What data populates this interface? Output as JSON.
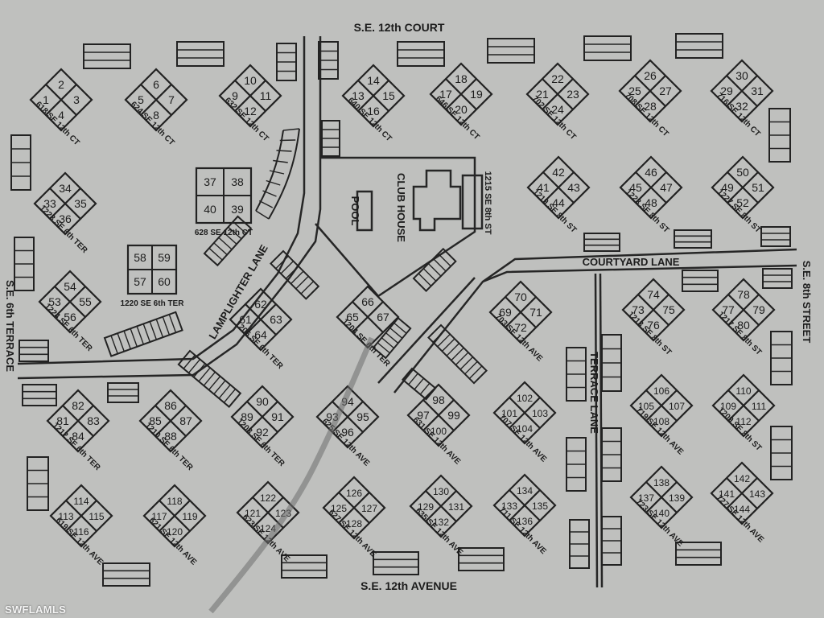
{
  "watermark": "SWFLAMLS",
  "streets": {
    "se_12th_court": "S.E. 12th COURT",
    "se_12th_avenue": "S.E. 12th AVENUE",
    "se_6th_terrace": "S.E. 6th TERRACE",
    "se_8th_street": "S.E. 8th STREET",
    "courtyard_lane": "COURTYARD LANE",
    "lamplighter_lane": "LAMPLIGHTER LANE",
    "terrace_lane": "TERRACE LANE"
  },
  "facilities": {
    "pool": "POOL",
    "club_house": "CLUB HOUSE",
    "club_address": "1215 SE 8th ST"
  },
  "buildings": [
    {
      "units": [
        "2",
        "1",
        "3",
        "4"
      ],
      "address": "618 SE 12th CT"
    },
    {
      "units": [
        "6",
        "5",
        "7",
        "8"
      ],
      "address": "624 SE 12th CT"
    },
    {
      "units": [
        "10",
        "9",
        "11",
        "12"
      ],
      "address": "632 SE 12th CT"
    },
    {
      "units": [
        "14",
        "13",
        "15",
        "16"
      ],
      "address": "640 SE 12th CT"
    },
    {
      "units": [
        "18",
        "17",
        "19",
        "20"
      ],
      "address": "646 SE 12th CT"
    },
    {
      "units": [
        "22",
        "21",
        "23",
        "24"
      ],
      "address": "702 SE 12th CT"
    },
    {
      "units": [
        "26",
        "25",
        "27",
        "28"
      ],
      "address": "708 SE 12th CT"
    },
    {
      "units": [
        "30",
        "29",
        "31",
        "32"
      ],
      "address": "716 SE 12th CT"
    },
    {
      "units": [
        "34",
        "33",
        "35",
        "36"
      ],
      "address": "1228 SE 6th TER"
    },
    {
      "units": [
        "42",
        "41",
        "43",
        "44"
      ],
      "address": "1219 SE 8th ST"
    },
    {
      "units": [
        "46",
        "45",
        "47",
        "48"
      ],
      "address": "1223 SE 8th ST"
    },
    {
      "units": [
        "50",
        "49",
        "51",
        "52"
      ],
      "address": "1227 SE 8th ST"
    },
    {
      "units": [
        "54",
        "53",
        "55",
        "56"
      ],
      "address": "1224 SE 6th TER"
    },
    {
      "units": [
        "62",
        "61",
        "63",
        "64"
      ],
      "address": "1206 SE 6th TER"
    },
    {
      "units": [
        "66",
        "65",
        "67",
        ""
      ],
      "address": "1204 SE 6th TER"
    },
    {
      "units": [
        "70",
        "69",
        "71",
        "72"
      ],
      "address": "703 SE 12th AVE"
    },
    {
      "units": [
        "74",
        "73",
        "75",
        "76"
      ],
      "address": "1213 SE 8th ST"
    },
    {
      "units": [
        "78",
        "77",
        "79",
        "80"
      ],
      "address": "1217 SE 8th ST"
    },
    {
      "units": [
        "82",
        "81",
        "83",
        "84"
      ],
      "address": "1212 SE 6th TER"
    },
    {
      "units": [
        "86",
        "85",
        "87",
        "88"
      ],
      "address": "1210 SE 6th TER"
    },
    {
      "units": [
        "90",
        "89",
        "91",
        "92"
      ],
      "address": "1208 SE 6th TER"
    },
    {
      "units": [
        "94",
        "93",
        "95",
        "96"
      ],
      "address": "625 SE 12th AVE"
    },
    {
      "units": [
        "98",
        "97",
        "99",
        "100"
      ],
      "address": "631 SE 12th AVE"
    },
    {
      "units": [
        "102",
        "101",
        "103",
        "104"
      ],
      "address": "707 SE 12th AVE"
    },
    {
      "units": [
        "106",
        "105",
        "107",
        "108"
      ],
      "address": "719 SE 12th AVE"
    },
    {
      "units": [
        "110",
        "109",
        "111",
        "112"
      ],
      "address": "1209 SE 8th ST"
    },
    {
      "units": [
        "114",
        "113",
        "115",
        "116"
      ],
      "address": "619 SE 12th AVE"
    },
    {
      "units": [
        "118",
        "117",
        "119",
        "120"
      ],
      "address": "621 SE 12th AVE"
    },
    {
      "units": [
        "122",
        "121",
        "123",
        "124"
      ],
      "address": "623 SE 12th AVE"
    },
    {
      "units": [
        "126",
        "125",
        "127",
        "128"
      ],
      "address": "627 SE 12th AVE"
    },
    {
      "units": [
        "130",
        "129",
        "131",
        "132"
      ],
      "address": "635 SE 12th AVE"
    },
    {
      "units": [
        "134",
        "133",
        "135",
        "136"
      ],
      "address": "711 SE 12th AVE"
    },
    {
      "units": [
        "138",
        "137",
        "139",
        "140"
      ],
      "address": "723 SE 12th AVE"
    },
    {
      "units": [
        "142",
        "141",
        "143",
        "144"
      ],
      "address": "727 SE 12th AVE"
    }
  ],
  "square_buildings": [
    {
      "units": [
        "37",
        "38",
        "40",
        "39"
      ],
      "address": "628 SE 12th CT"
    },
    {
      "units": [
        "58",
        "59",
        "57",
        "60"
      ],
      "address": "1220 SE 6th TER"
    }
  ]
}
